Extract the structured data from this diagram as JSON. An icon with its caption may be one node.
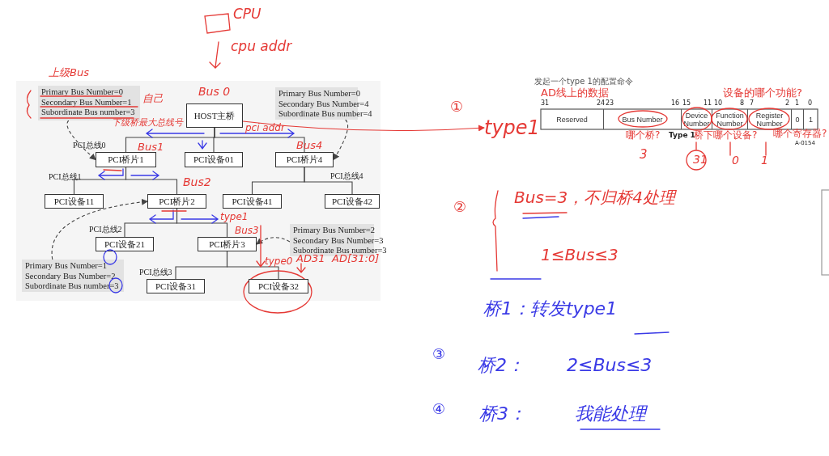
{
  "diagram": {
    "nodes": [
      {
        "text": [
          "HOST主桥"
        ],
        "beside": [
          "Bus 0"
        ]
      },
      {
        "text": [
          "PCI桥片1"
        ]
      },
      {
        "text": [
          "PCI设备01"
        ]
      },
      {
        "text": [
          "PCI桥片4"
        ]
      },
      {
        "text": [
          "PCI设备11"
        ]
      },
      {
        "text": [
          "PCI桥片2"
        ]
      },
      {
        "text": [
          "PCI设备41"
        ]
      },
      {
        "text": [
          "PCI设备42"
        ]
      },
      {
        "text": [
          "PCI设备21"
        ]
      },
      {
        "text": [
          "PCI桥片3"
        ]
      },
      {
        "text": [
          "PCI设备31"
        ]
      },
      {
        "text": [
          "PCI设备32"
        ]
      },
      {
        "text": [
          "Primary Bus Number=0",
          "Secondary Bus Number=1",
          "Subordinate Bus number=3"
        ],
        "beside": [
          "上级Bus"
        ]
      },
      {
        "text": [
          "Primary Bus Number=0",
          "Secondary Bus Number=4",
          "Subordinate Bus number=4"
        ]
      },
      {
        "text": [
          "Primary Bus Number=1",
          "Secondary Bus Number=2",
          "Subordinate Bus number=3"
        ]
      },
      {
        "text": [
          "Primary Bus Number=2",
          "Secondary Bus Number=3",
          "Subordinate Bus number=3"
        ]
      },
      {
        "text": [
          "Reserved"
        ]
      },
      {
        "text": [
          "Bus Number"
        ]
      },
      {
        "text": [
          "Device Number"
        ]
      },
      {
        "text": [
          "Function Number"
        ]
      },
      {
        "text": [
          "Register Number"
        ]
      },
      {
        "text": [
          "0"
        ]
      },
      {
        "text": [
          "1"
        ]
      },
      {
        "text": [
          "type1"
        ]
      }
    ],
    "edges": [
      {
        "from": 0,
        "to": 1,
        "arrow": "none"
      },
      {
        "from": 0,
        "to": 2,
        "arrow": "none"
      },
      {
        "from": 0,
        "to": 3,
        "arrow": "none"
      },
      {
        "from": 1,
        "to": 4,
        "arrow": "none"
      },
      {
        "from": 1,
        "to": 5,
        "arrow": "none"
      },
      {
        "from": 3,
        "to": 6,
        "arrow": "none"
      },
      {
        "from": 3,
        "to": 7,
        "arrow": "none"
      },
      {
        "from": 5,
        "to": 8,
        "arrow": "none"
      },
      {
        "from": 5,
        "to": 9,
        "arrow": "none"
      },
      {
        "from": 9,
        "to": 10,
        "arrow": "none"
      },
      {
        "from": 9,
        "to": 11,
        "arrow": "none"
      },
      {
        "from": 12,
        "to": 1,
        "arrow": "to",
        "style": "dashed"
      },
      {
        "from": 13,
        "to": 3,
        "arrow": "to",
        "style": "dashed"
      },
      {
        "from": 14,
        "to": 5,
        "arrow": "to",
        "style": "dashed"
      },
      {
        "from": 15,
        "to": 9,
        "arrow": "to",
        "style": "dashed"
      },
      {
        "from": 0,
        "to": 23,
        "arrow": "to",
        "color": "#e53935"
      }
    ],
    "labels": [
      "CPU",
      "cpu addr",
      "自己",
      "发起一个type 1的配置命令",
      "AD线上的数据",
      "设备的哪个功能?",
      "31",
      "24",
      "23",
      "16",
      "15",
      "11",
      "10",
      "8",
      "7",
      "2",
      "1",
      "0",
      "下级桥最大总线号",
      "pci addr",
      "①",
      "哪个桥?",
      "Type 1",
      "桥下哪个设备?",
      "哪个寄存器?",
      "A-0154",
      "PCI总线0",
      "Bus1",
      "Bus4",
      "3",
      "31",
      "0",
      "1",
      "PCI总线1",
      "PCI总线4",
      "Bus2",
      "Bus=3，不归桥4处理",
      "②",
      "type1",
      "PCI总线2",
      "Bus3",
      "type0",
      "AD31",
      "AD[31:0]",
      "PCI总线3",
      "1≤Bus≤3",
      "桥1：转发type1",
      "③",
      "桥2：",
      "2≤Bus≤3",
      "④",
      "桥3：",
      "我能处理"
    ]
  }
}
